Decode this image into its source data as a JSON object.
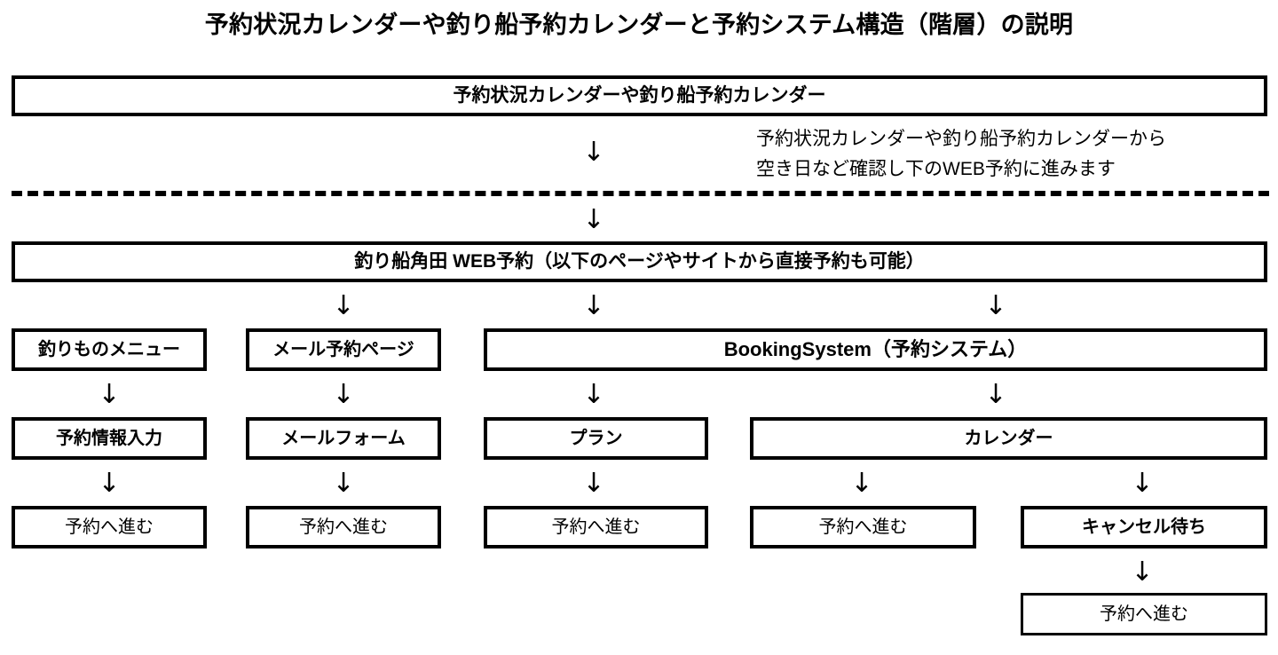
{
  "title": "予約状況カレンダーや釣り船予約カレンダーと予約システム構造（階層）の説明",
  "colors": {
    "stroke": "#000000",
    "background": "#ffffff",
    "text": "#000000"
  },
  "arrow_glyph": "↓",
  "top": {
    "calendar_box": "予約状況カレンダーや釣り船予約カレンダー"
  },
  "note": {
    "line1": "予約状況カレンダーや釣り船予約カレンダーから",
    "line2": "空き日など確認し下のWEB予約に進みます"
  },
  "web": {
    "box": "釣り船角田 WEB予約（以下のページやサイトから直接予約も可能）"
  },
  "row3": {
    "menu": "釣りものメニュー",
    "mail_page": "メール予約ページ",
    "booking_system": "BookingSystem（予約システム）"
  },
  "row4": {
    "reservation_input": "予約情報入力",
    "mail_form": "メールフォーム",
    "plan": "プラン",
    "calendar": "カレンダー"
  },
  "row5": {
    "proceed_1": "予約へ進む",
    "proceed_2": "予約へ進む",
    "proceed_3": "予約へ進む",
    "proceed_4": "予約へ進む",
    "cancel_wait": "キャンセル待ち"
  },
  "row6": {
    "proceed_5": "予約へ進む"
  }
}
